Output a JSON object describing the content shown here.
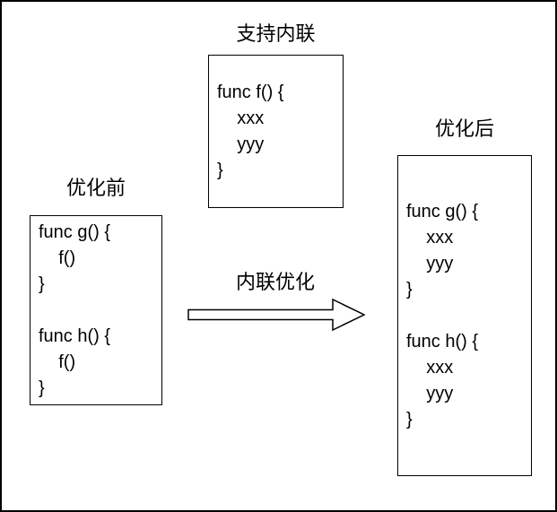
{
  "diagram": {
    "inline_fn": {
      "label": "支持内联",
      "code": "func f() {\n    xxx\n    yyy\n}"
    },
    "before": {
      "label": "优化前",
      "code": "func g() {\n    f()\n}\n\nfunc h() {\n    f()\n}"
    },
    "after": {
      "label": "优化后",
      "code": "func g() {\n    xxx\n    yyy\n}\n\nfunc h() {\n    xxx\n    yyy\n}"
    },
    "arrow": {
      "label": "内联优化"
    },
    "colors": {
      "line": "#000000",
      "text": "#000000",
      "background": "#ffffff"
    }
  }
}
